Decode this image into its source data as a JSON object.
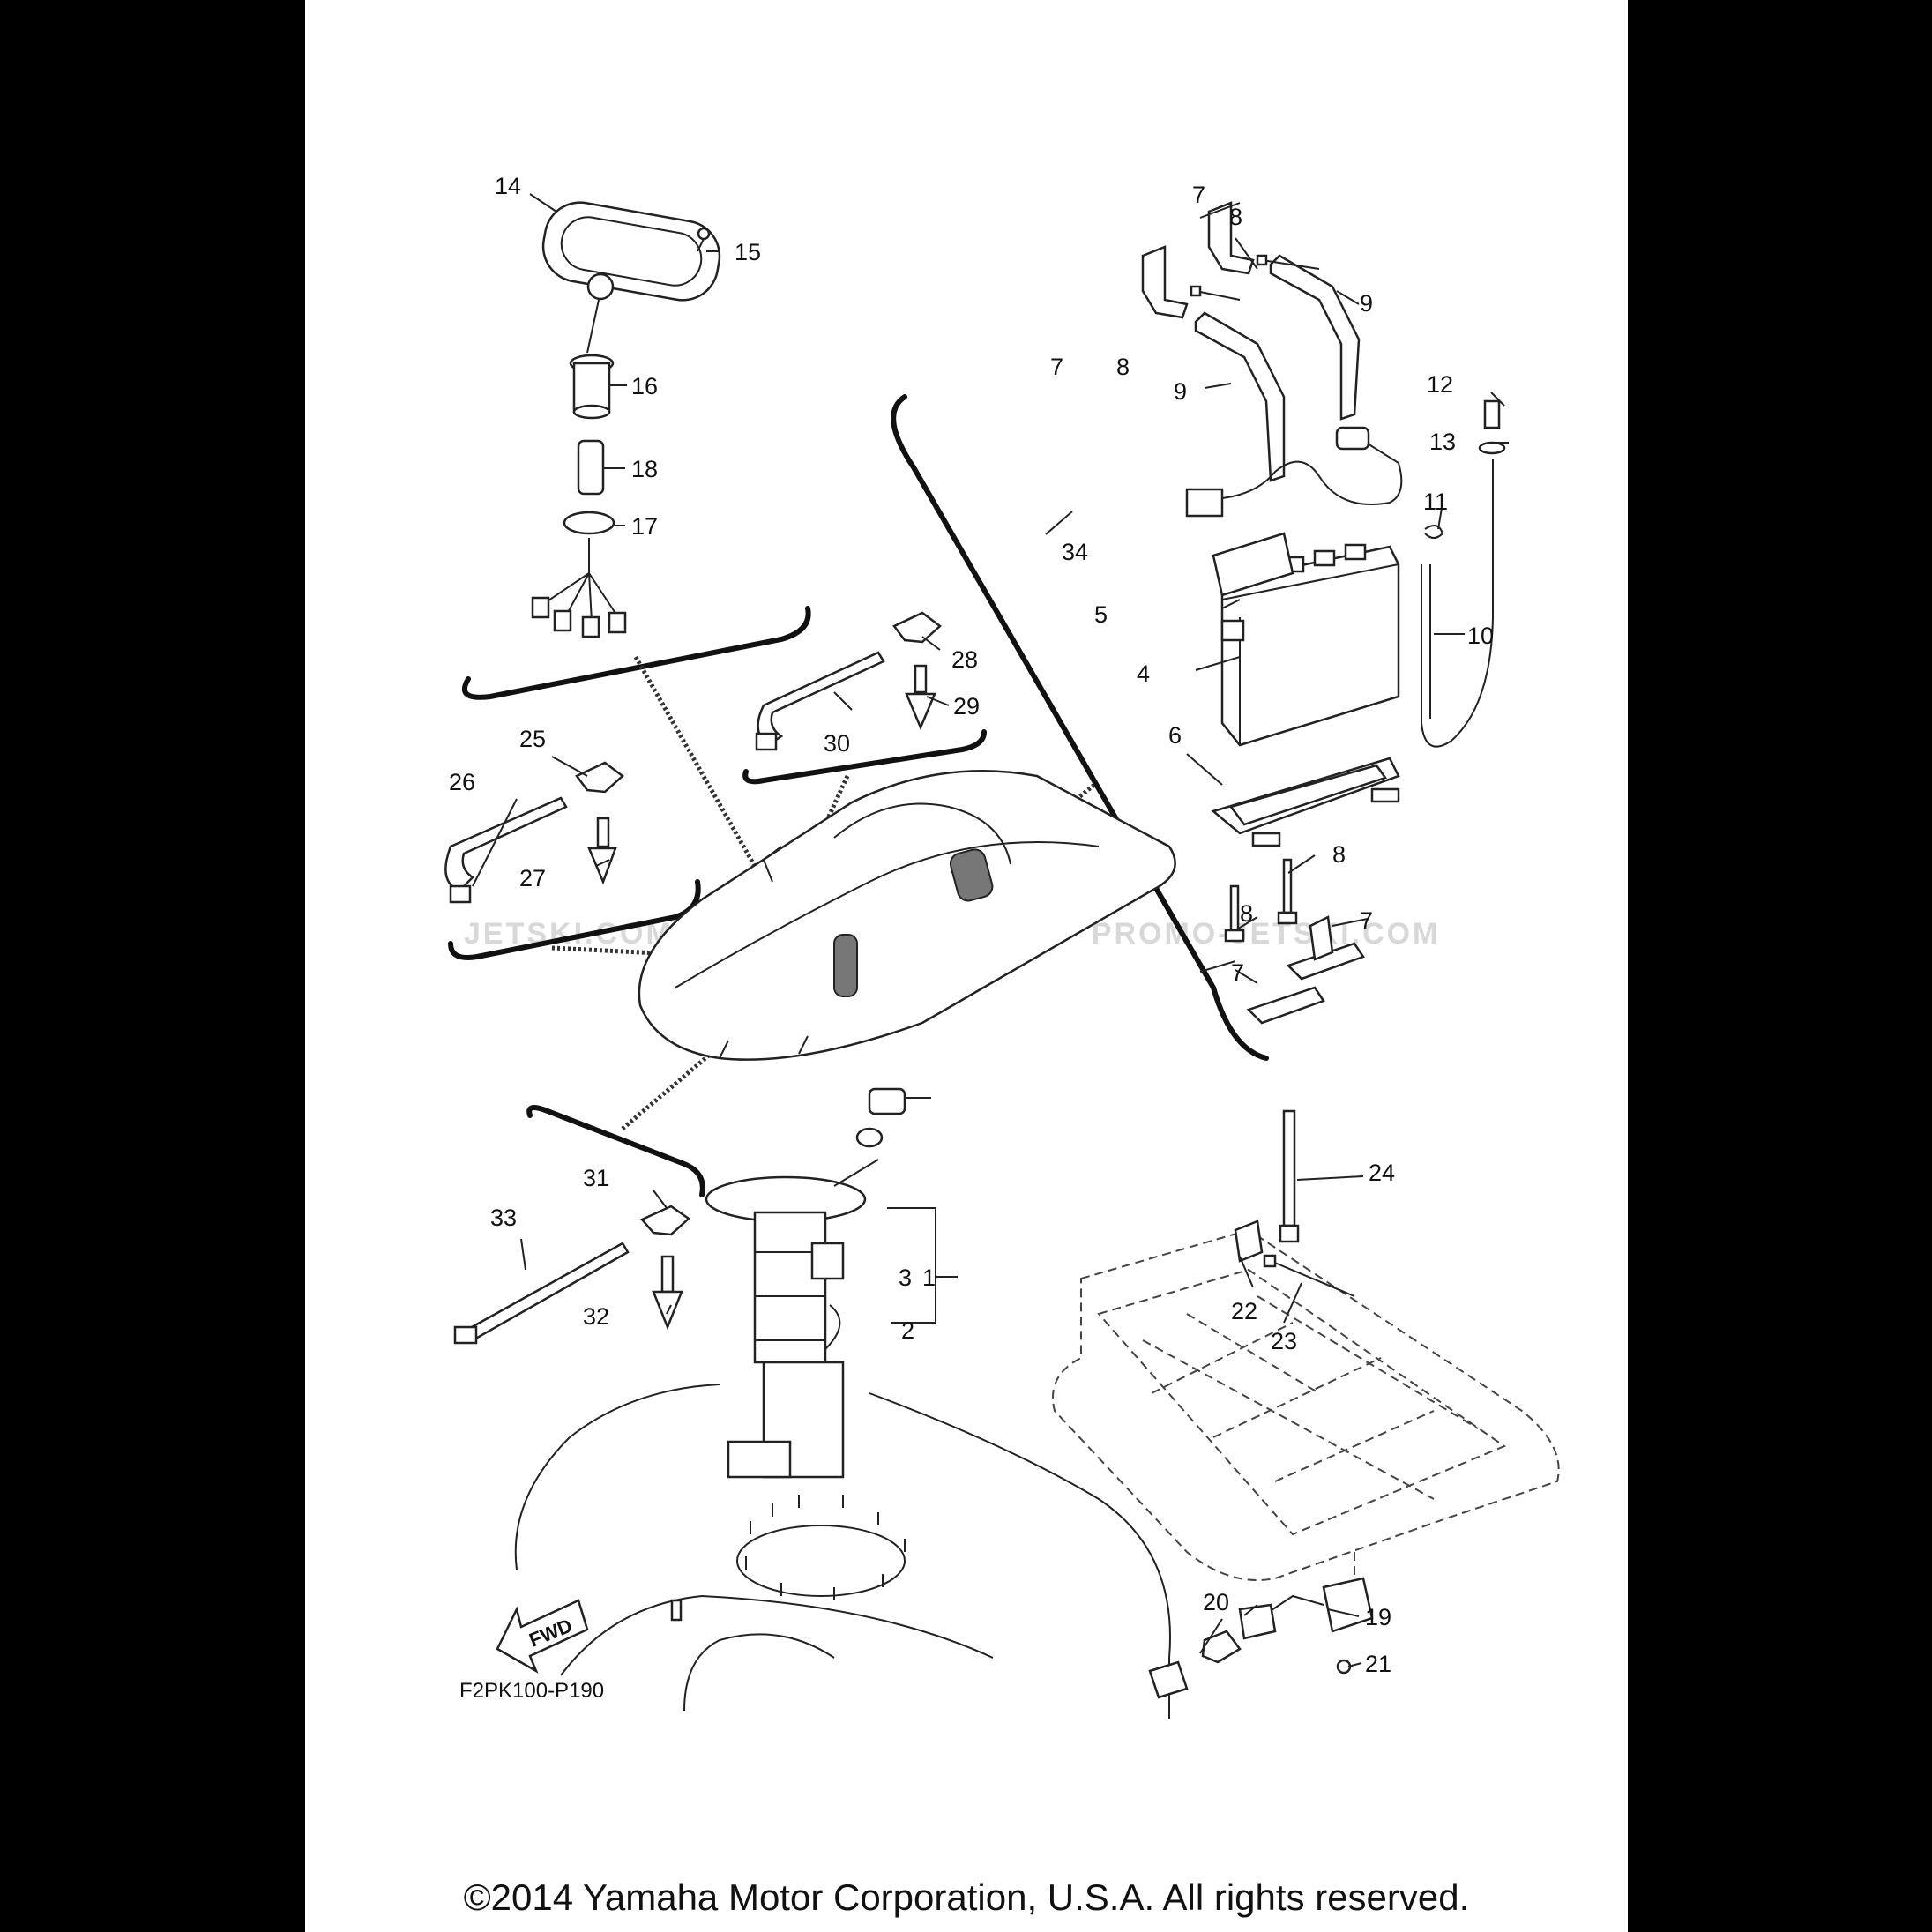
{
  "diagram": {
    "part_labels": [
      "1",
      "2",
      "3",
      "4",
      "5",
      "6",
      "7",
      "7",
      "7",
      "7",
      "8",
      "8",
      "8",
      "8",
      "9",
      "9",
      "10",
      "11",
      "12",
      "13",
      "14",
      "15",
      "16",
      "17",
      "18",
      "19",
      "20",
      "21",
      "22",
      "23",
      "24",
      "25",
      "26",
      "27",
      "28",
      "29",
      "30",
      "31",
      "32",
      "33",
      "34"
    ],
    "diagram_code": "F2PK100-P190",
    "fwd_label": "FWD",
    "watermark": "JETSKI.COM · PROMO-JETSKI.COM · PROMO-JETSKI.COM"
  },
  "footer": {
    "copyright": "©2014 Yamaha Motor Corporation, U.S.A. All rights reserved."
  },
  "colors": {
    "background": "#000000",
    "sheet": "#ffffff",
    "ink": "#111111"
  }
}
